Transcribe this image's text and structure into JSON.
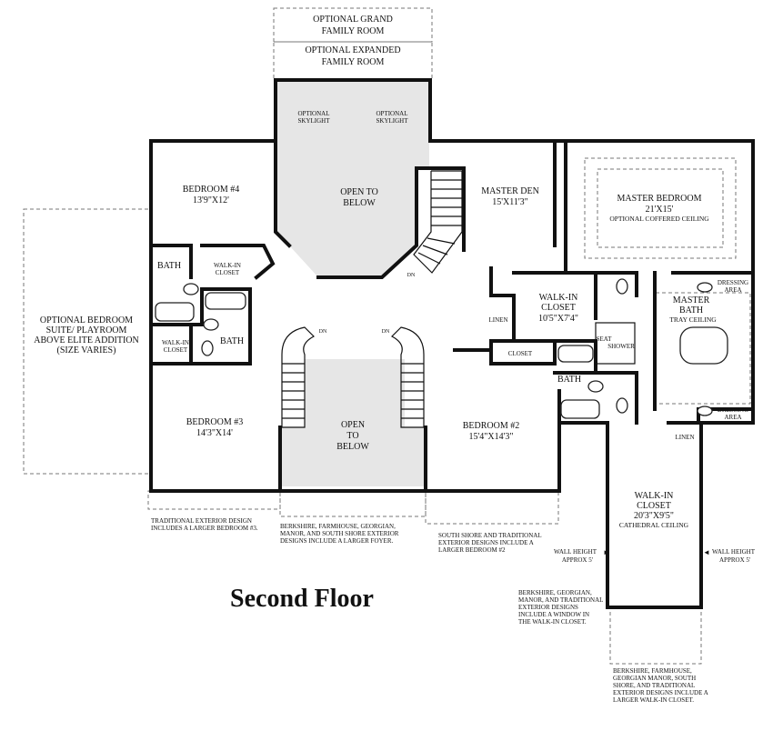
{
  "title": "Second Floor",
  "rooms": {
    "optional_grand_family_room": [
      "OPTIONAL GRAND",
      "FAMILY ROOM"
    ],
    "optional_expanded_family_room": [
      "OPTIONAL EXPANDED",
      "FAMILY ROOM"
    ],
    "optional_skylight": [
      "OPTIONAL",
      "SKYLIGHT"
    ],
    "open_to_below_top": [
      "OPEN TO",
      "BELOW"
    ],
    "open_to_below_bottom": [
      "OPEN",
      "TO",
      "BELOW"
    ],
    "bedroom4": {
      "name": "BEDROOM #4",
      "size": "13'9\"X12'"
    },
    "bedroom3": {
      "name": "BEDROOM #3",
      "size": "14'3\"X14'"
    },
    "bedroom2": {
      "name": "BEDROOM #2",
      "size": "15'4\"X14'3\""
    },
    "master_den": {
      "name": "MASTER DEN",
      "size": "15'X11'3\""
    },
    "master_bedroom": {
      "name": "MASTER BEDROOM",
      "size": "21'X15'",
      "note": "OPTIONAL COFFERED CEILING"
    },
    "walkin_closet_master": {
      "name": [
        "WALK-IN",
        "CLOSET"
      ],
      "size": "10'5\"X7'4\""
    },
    "master_bath": {
      "name": [
        "MASTER",
        "BATH"
      ],
      "note": "TRAY CEILING"
    },
    "walkin_closet_lower": {
      "name": [
        "WALK-IN",
        "CLOSET"
      ],
      "size": "20'3\"X9'5\"",
      "note": "CATHEDRAL CEILING"
    },
    "optional_bedroom_suite": [
      "OPTIONAL BEDROOM",
      "SUITE/ PLAYROOM",
      "ABOVE ELITE ADDITION",
      "(SIZE VARIES)"
    ],
    "bath": "BATH",
    "walkin_closet_small": [
      "WALK-IN",
      "CLOSET"
    ],
    "linen": "LINEN",
    "closet": "CLOSET",
    "seat": "SEAT",
    "shower": "SHOWER",
    "dressing_area": [
      "DRESSING",
      "AREA"
    ],
    "dn": "DN"
  },
  "notes": {
    "traditional": [
      "TRADITIONAL EXTERIOR DESIGN",
      "INCLUDES A LARGER BEDROOM #3."
    ],
    "berkshire_foyer": [
      "BERKSHIRE, FARMHOUSE, GEORGIAN,",
      "MANOR, AND SOUTH SHORE EXTERIOR",
      "DESIGNS INCLUDE A LARGER FOYER."
    ],
    "south_shore": [
      "SOUTH SHORE AND TRADITIONAL",
      "EXTERIOR DESIGNS INCLUDE A",
      "LARGER BEDROOM #2"
    ],
    "berkshire_window": [
      "BERKSHIRE, GEORGIAN,",
      "MANOR, AND TRADITIONAL",
      "EXTERIOR DESIGNS",
      "INCLUDE A WINDOW IN",
      "THE WALK-IN CLOSET."
    ],
    "berkshire_closet": [
      "BERKSHIRE, FARMHOUSE,",
      "GEORGIAN MANOR, SOUTH",
      "SHORE,  AND TRADITIONAL",
      "EXTERIOR DESIGNS INCLUDE A",
      "LARGER WALK-IN CLOSET."
    ],
    "wall_height_left": [
      "WALL HEIGHT",
      "APPROX  5'"
    ],
    "wall_height_right": [
      "WALL HEIGHT",
      "APPROX  5'"
    ]
  }
}
